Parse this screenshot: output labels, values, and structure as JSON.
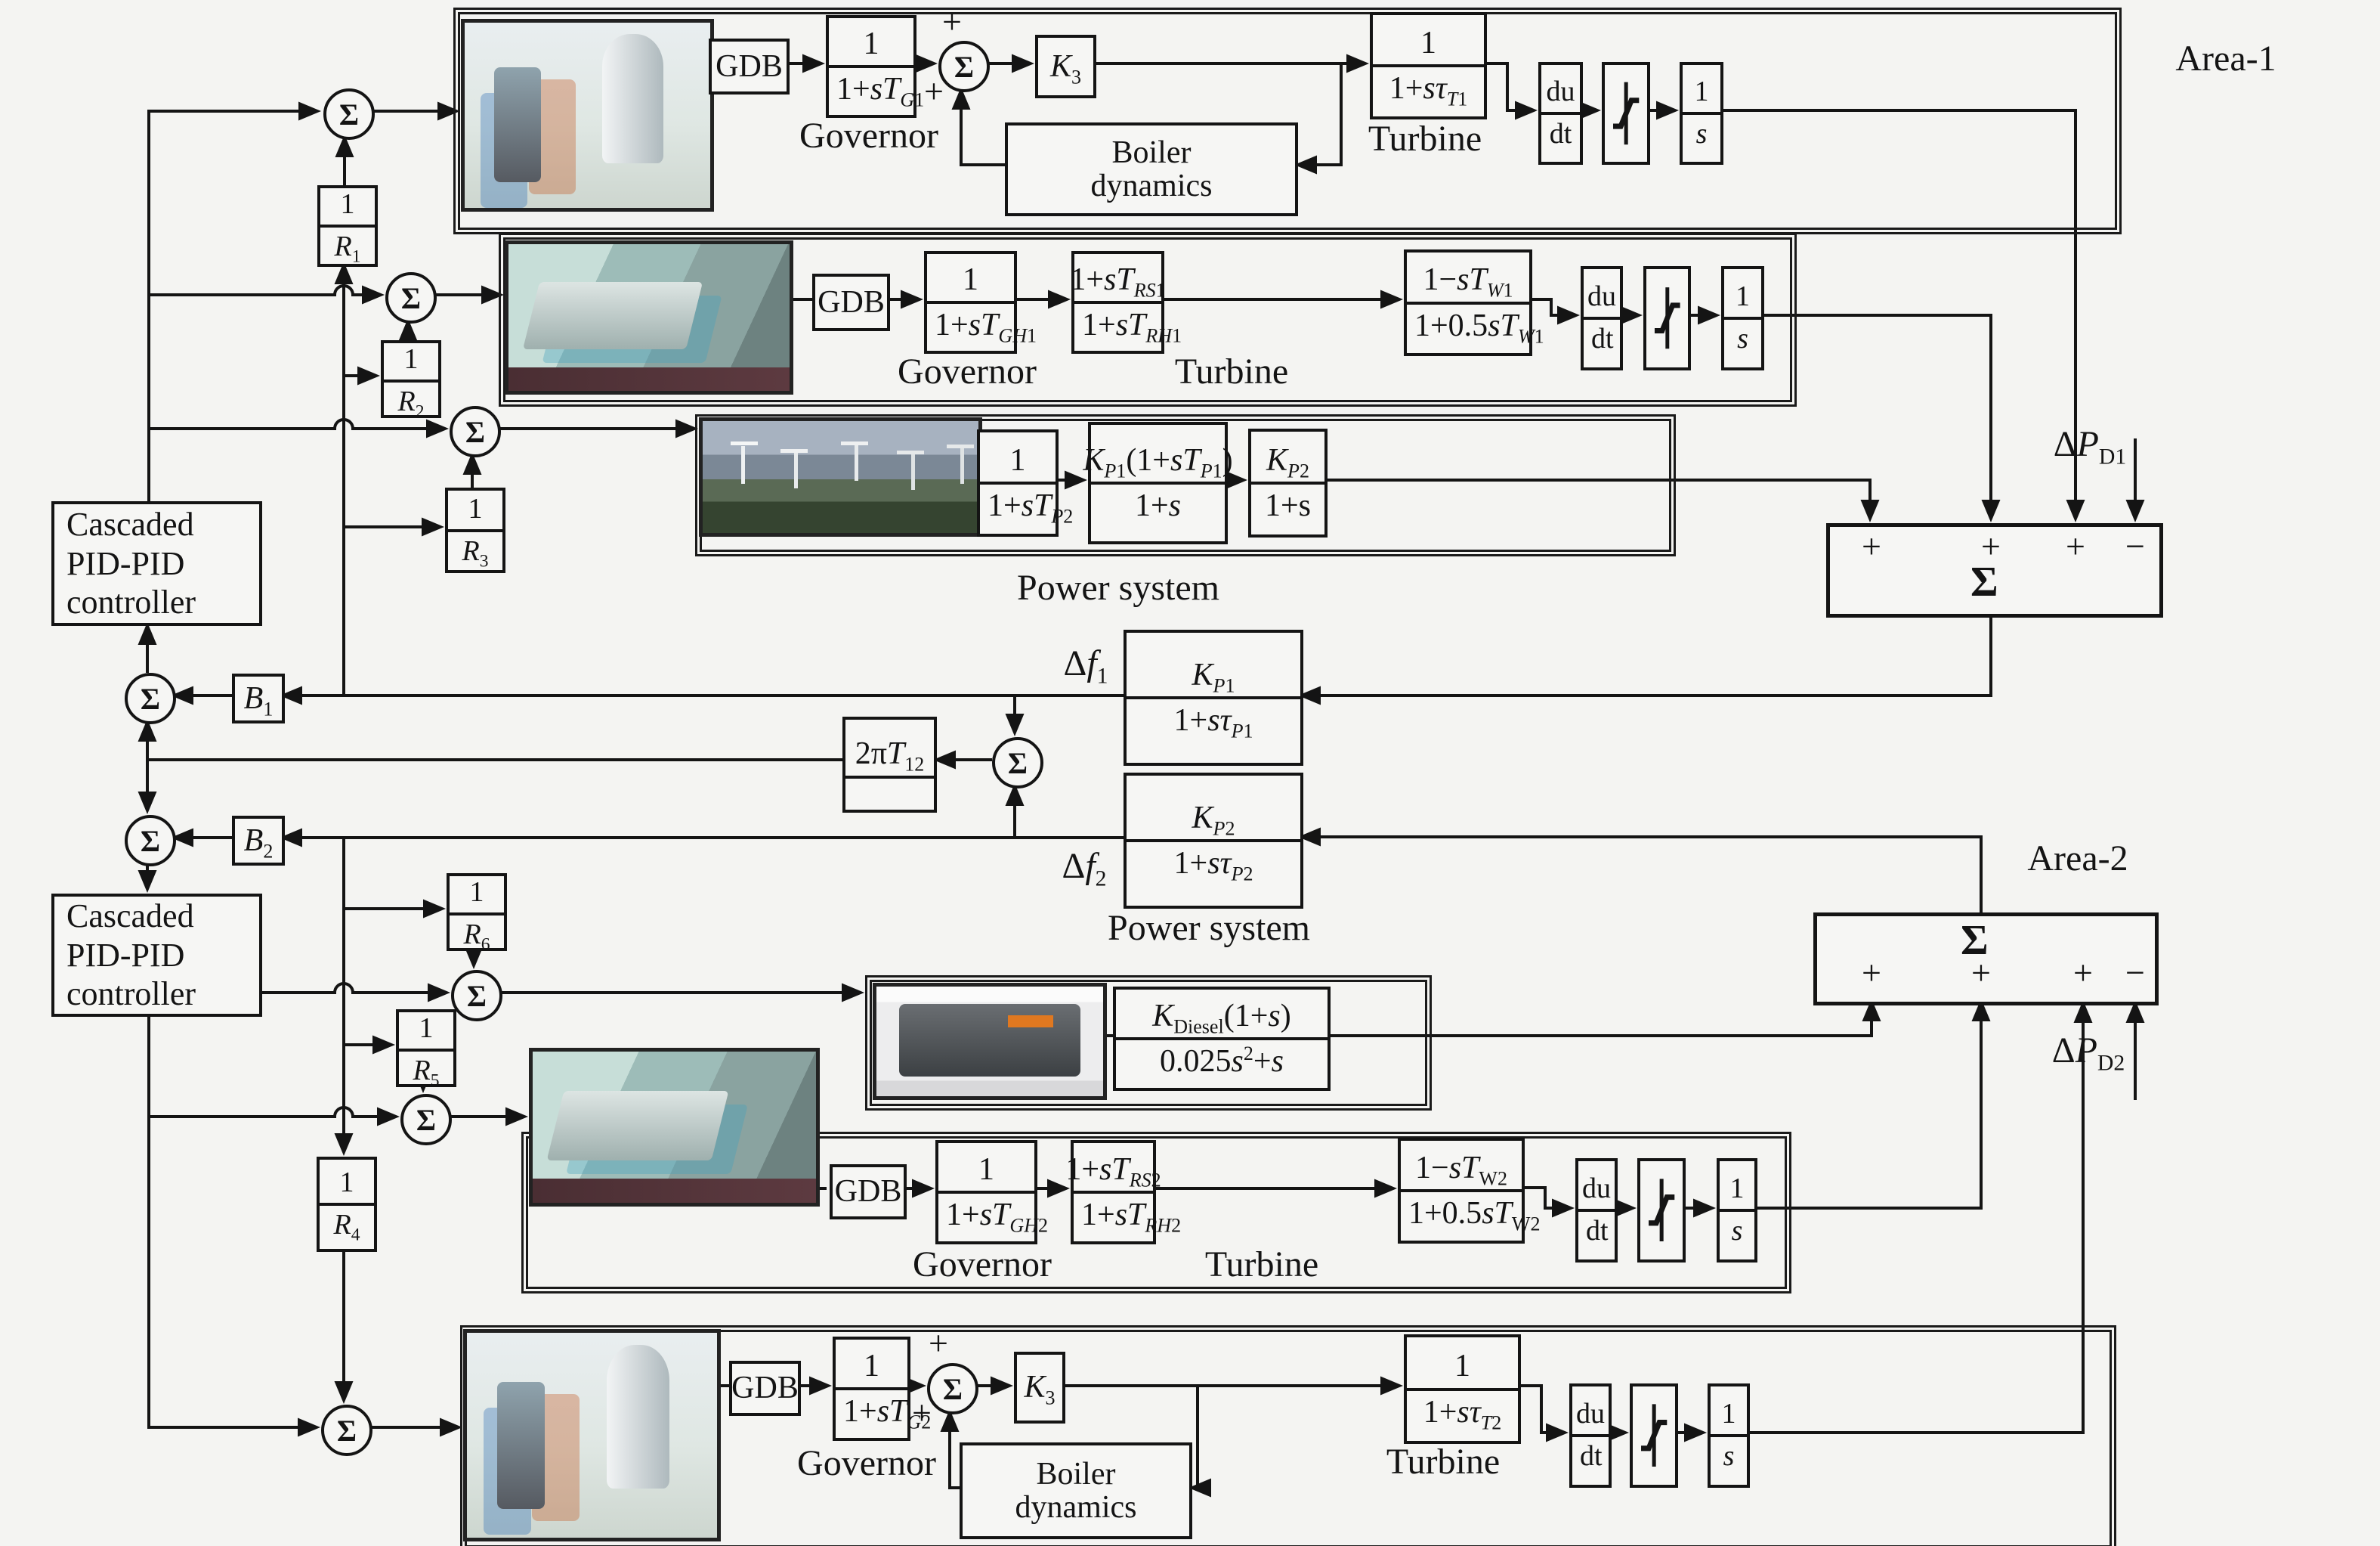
{
  "symbols": {
    "sigma": "Σ",
    "plus": "+",
    "minus": "−"
  },
  "controller1": {
    "label": "Cascaded PID-PID controller"
  },
  "controller2": {
    "label": "Cascaded PID-PID controller"
  },
  "bias": {
    "b1": "<i>B</i><sub>1</sub>",
    "b2": "<i>B</i><sub>2</sub>"
  },
  "droop": {
    "r1": {
      "num": "1",
      "den": "<i>R</i><sub>1</sub>"
    },
    "r2": {
      "num": "1",
      "den": "<i>R</i><sub>2</sub>"
    },
    "r3": {
      "num": "1",
      "den": "<i>R</i><sub>3</sub>"
    },
    "r4": {
      "num": "1",
      "den": "<i>R</i><sub>4</sub>"
    },
    "r5": {
      "num": "1",
      "den": "<i>R</i><sub>5</sub>"
    },
    "r6": {
      "num": "1",
      "den": "<i>R</i><sub>6</sub>"
    }
  },
  "shared": {
    "gdb": "GDB",
    "governor_label": "Governor",
    "turbine_label": "Turbine",
    "power_system_label": "Power system",
    "boiler_label": "Boiler dynamics",
    "dudt": {
      "num": "du",
      "den": "dt"
    },
    "integrator": {
      "num": "1",
      "den": "<i>s</i>"
    }
  },
  "tie_line": {
    "block": {
      "num": "2π<i>T</i><sub>12</sub>",
      "den": ""
    }
  },
  "area1": {
    "label": "Area-1",
    "freq_label": "Δ<i>f</i><sub>1</sub>",
    "load_label": "Δ<i>P</i><sub>D1</sub>",
    "sum_signs": [
      "+",
      "+",
      "+",
      "−"
    ],
    "thermal": {
      "governor": {
        "num": "1",
        "den": "1+<i>sT</i><sub><i>G</i>1</sub>"
      },
      "k3": "<i>K</i><sub>3</sub>",
      "boiler_sum_signs": [
        "+",
        "+"
      ],
      "turbine": {
        "num": "1",
        "den": "1+<i>sτ</i><sub><i>T</i>1</sub>"
      }
    },
    "hydro": {
      "governor": {
        "num": "1",
        "den": "1+<i>sT</i><sub><i>GH</i>1</sub>"
      },
      "compensator": {
        "num": "1+<i>sT</i><sub><i>RS</i>1</sub>",
        "den": "1+<i>sT</i><sub><i>RH</i>1</sub>"
      },
      "turbine": {
        "num": "1−<i>sT</i><sub><i>W</i>1</sub>",
        "den": "1+0.5<i>sT</i><sub><i>W</i>1</sub>"
      }
    },
    "wind": {
      "filter": {
        "num": "1",
        "den": "1+<i>sT</i><sub><i>P</i>2</sub>"
      },
      "stage1": {
        "num": "<i>K</i><sub><i>P</i>1</sub>(1+<i>sT</i><sub><i>P</i>1</sub>)",
        "den": "1+<i>s</i>"
      },
      "stage2": {
        "num": "<i>K</i><sub><i>P</i>2</sub>",
        "den": "1+s"
      }
    },
    "power_system": {
      "num": "<i>K</i><sub><i>P</i>1</sub>",
      "den": "1+<i>sτ</i><sub><i>P</i>1</sub>"
    }
  },
  "area2": {
    "label": "Area-2",
    "freq_label": "Δ<i>f</i><sub>2</sub>",
    "load_label": "Δ<i>P</i><sub>D2</sub>",
    "sum_signs": [
      "+",
      "+",
      "+",
      "−"
    ],
    "diesel": {
      "block": {
        "num": "<i>K</i><sub>Diesel</sub>(1+<i>s</i>)",
        "den": "0.025<i>s</i><sup>2</sup>+<i>s</i>"
      }
    },
    "hydro": {
      "governor": {
        "num": "1",
        "den": "1+<i>sT</i><sub><i>GH</i>2</sub>"
      },
      "compensator": {
        "num": "1+<i>sT</i><sub><i>RS</i>2</sub>",
        "den": "1+<i>sT</i><sub><i>RH</i>2</sub>"
      },
      "turbine": {
        "num": "1−<i>sT</i><sub>W2</sub>",
        "den": "1+0.5<i>sT</i><sub>W2</sub>"
      }
    },
    "thermal": {
      "governor": {
        "num": "1",
        "den": "1+<i>sT</i><sub><i>G</i>2</sub>"
      },
      "k3": "<i>K</i><sub>3</sub>",
      "boiler_sum_signs": [
        "+",
        "+"
      ],
      "turbine": {
        "num": "1",
        "den": "1+<i>sτ</i><sub><i>T</i>2</sub>"
      }
    },
    "power_system": {
      "num": "<i>K</i><sub><i>P</i>2</sub>",
      "den": "1+<i>sτ</i><sub><i>P</i>2</sub>"
    }
  }
}
